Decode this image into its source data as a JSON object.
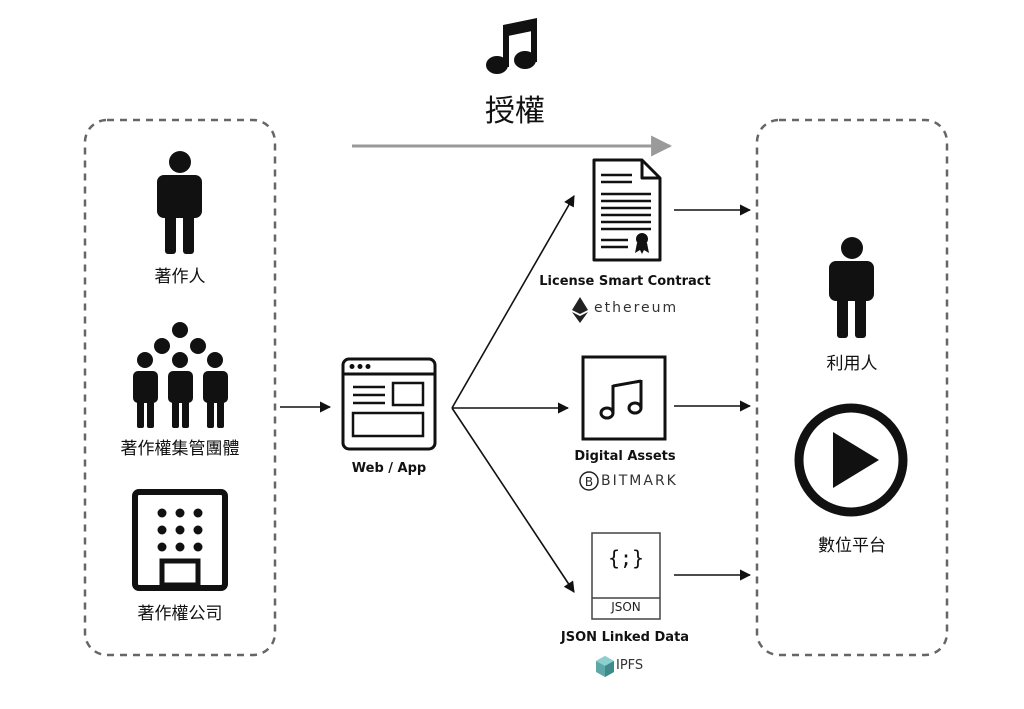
{
  "title": "授權",
  "owners": {
    "author": "著作人",
    "collective": "著作權集管團體",
    "company": "著作權公司"
  },
  "webapp": "Web / App",
  "assets": {
    "contract": {
      "label": "License Smart Contract",
      "brand": "ethereum",
      "brand_icon": "ethereum-diamond-icon"
    },
    "digital": {
      "label": "Digital Assets",
      "brand": "BITMARK",
      "brand_icon": "bitmark-b-icon"
    },
    "json": {
      "label": "JSON Linked Data",
      "brand": "IPFS",
      "brand_icon": "ipfs-cube-icon",
      "card_glyph": "{;}",
      "card_caption": "JSON"
    }
  },
  "users": {
    "user": "利用人",
    "platform": "數位平台"
  },
  "colors": {
    "ink": "#111111",
    "dashed": "#666666",
    "arrow_gray": "#9a9a9a",
    "ipfs": "#5fa8a8"
  }
}
